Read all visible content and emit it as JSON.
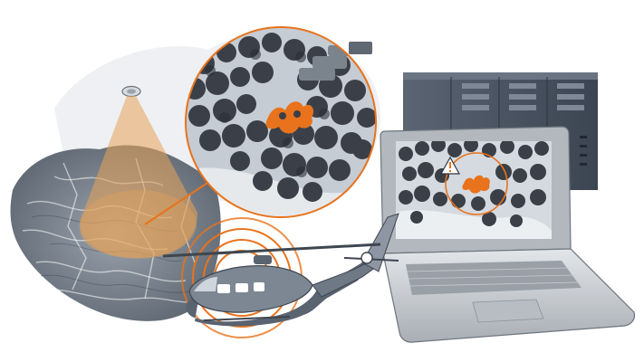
{
  "scene": {
    "components": [
      {
        "id": "satellite",
        "kind": "satellite-sensor"
      },
      {
        "id": "terrain",
        "kind": "grayscale-terrain-map"
      },
      {
        "id": "scan-cone",
        "kind": "sensor-footprint"
      },
      {
        "id": "magnifier",
        "kind": "zoomed-forest-view"
      },
      {
        "id": "hotspot",
        "kind": "fire-detection"
      },
      {
        "id": "helicopter",
        "kind": "aircraft"
      },
      {
        "id": "radio-waves",
        "kind": "signal"
      },
      {
        "id": "server-rack",
        "kind": "data-center"
      },
      {
        "id": "laptop",
        "kind": "monitoring-station"
      },
      {
        "id": "warning",
        "kind": "alert-icon"
      }
    ],
    "colors": {
      "accent": "#e8731c",
      "cone": "#e8a257",
      "dark_tree": "#3a3f48",
      "server": "#4a5462",
      "laptop_body": "#c9cdd2",
      "screen_bg": "#d5dae0"
    },
    "icons": [
      "warning-icon"
    ]
  }
}
